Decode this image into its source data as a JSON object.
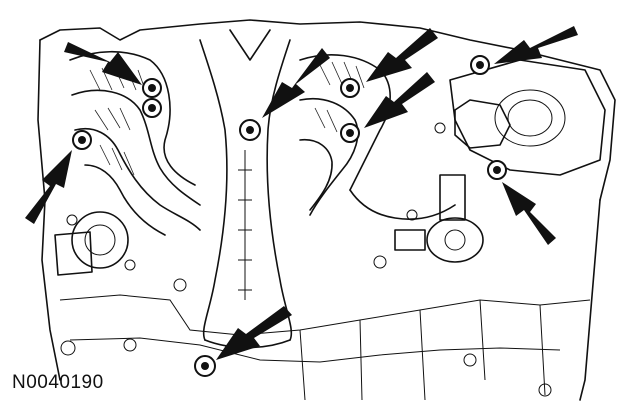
{
  "figure": {
    "reference_code": "N0040190",
    "subject": "exhaust-manifold-assembly",
    "colors": {
      "line": "#111111",
      "background": "#ffffff"
    }
  },
  "callouts": [
    {
      "id": "bolt-1",
      "icon": "bolt-icon"
    },
    {
      "id": "bolt-2",
      "icon": "bolt-icon"
    },
    {
      "id": "bolt-3",
      "icon": "bolt-icon"
    },
    {
      "id": "bolt-4",
      "icon": "bolt-icon"
    },
    {
      "id": "bolt-5",
      "icon": "bolt-icon"
    },
    {
      "id": "bolt-6",
      "icon": "bolt-icon"
    },
    {
      "id": "bolt-7",
      "icon": "bolt-icon"
    },
    {
      "id": "bolt-8",
      "icon": "bolt-icon"
    },
    {
      "id": "bolt-9",
      "icon": "bolt-icon"
    }
  ]
}
